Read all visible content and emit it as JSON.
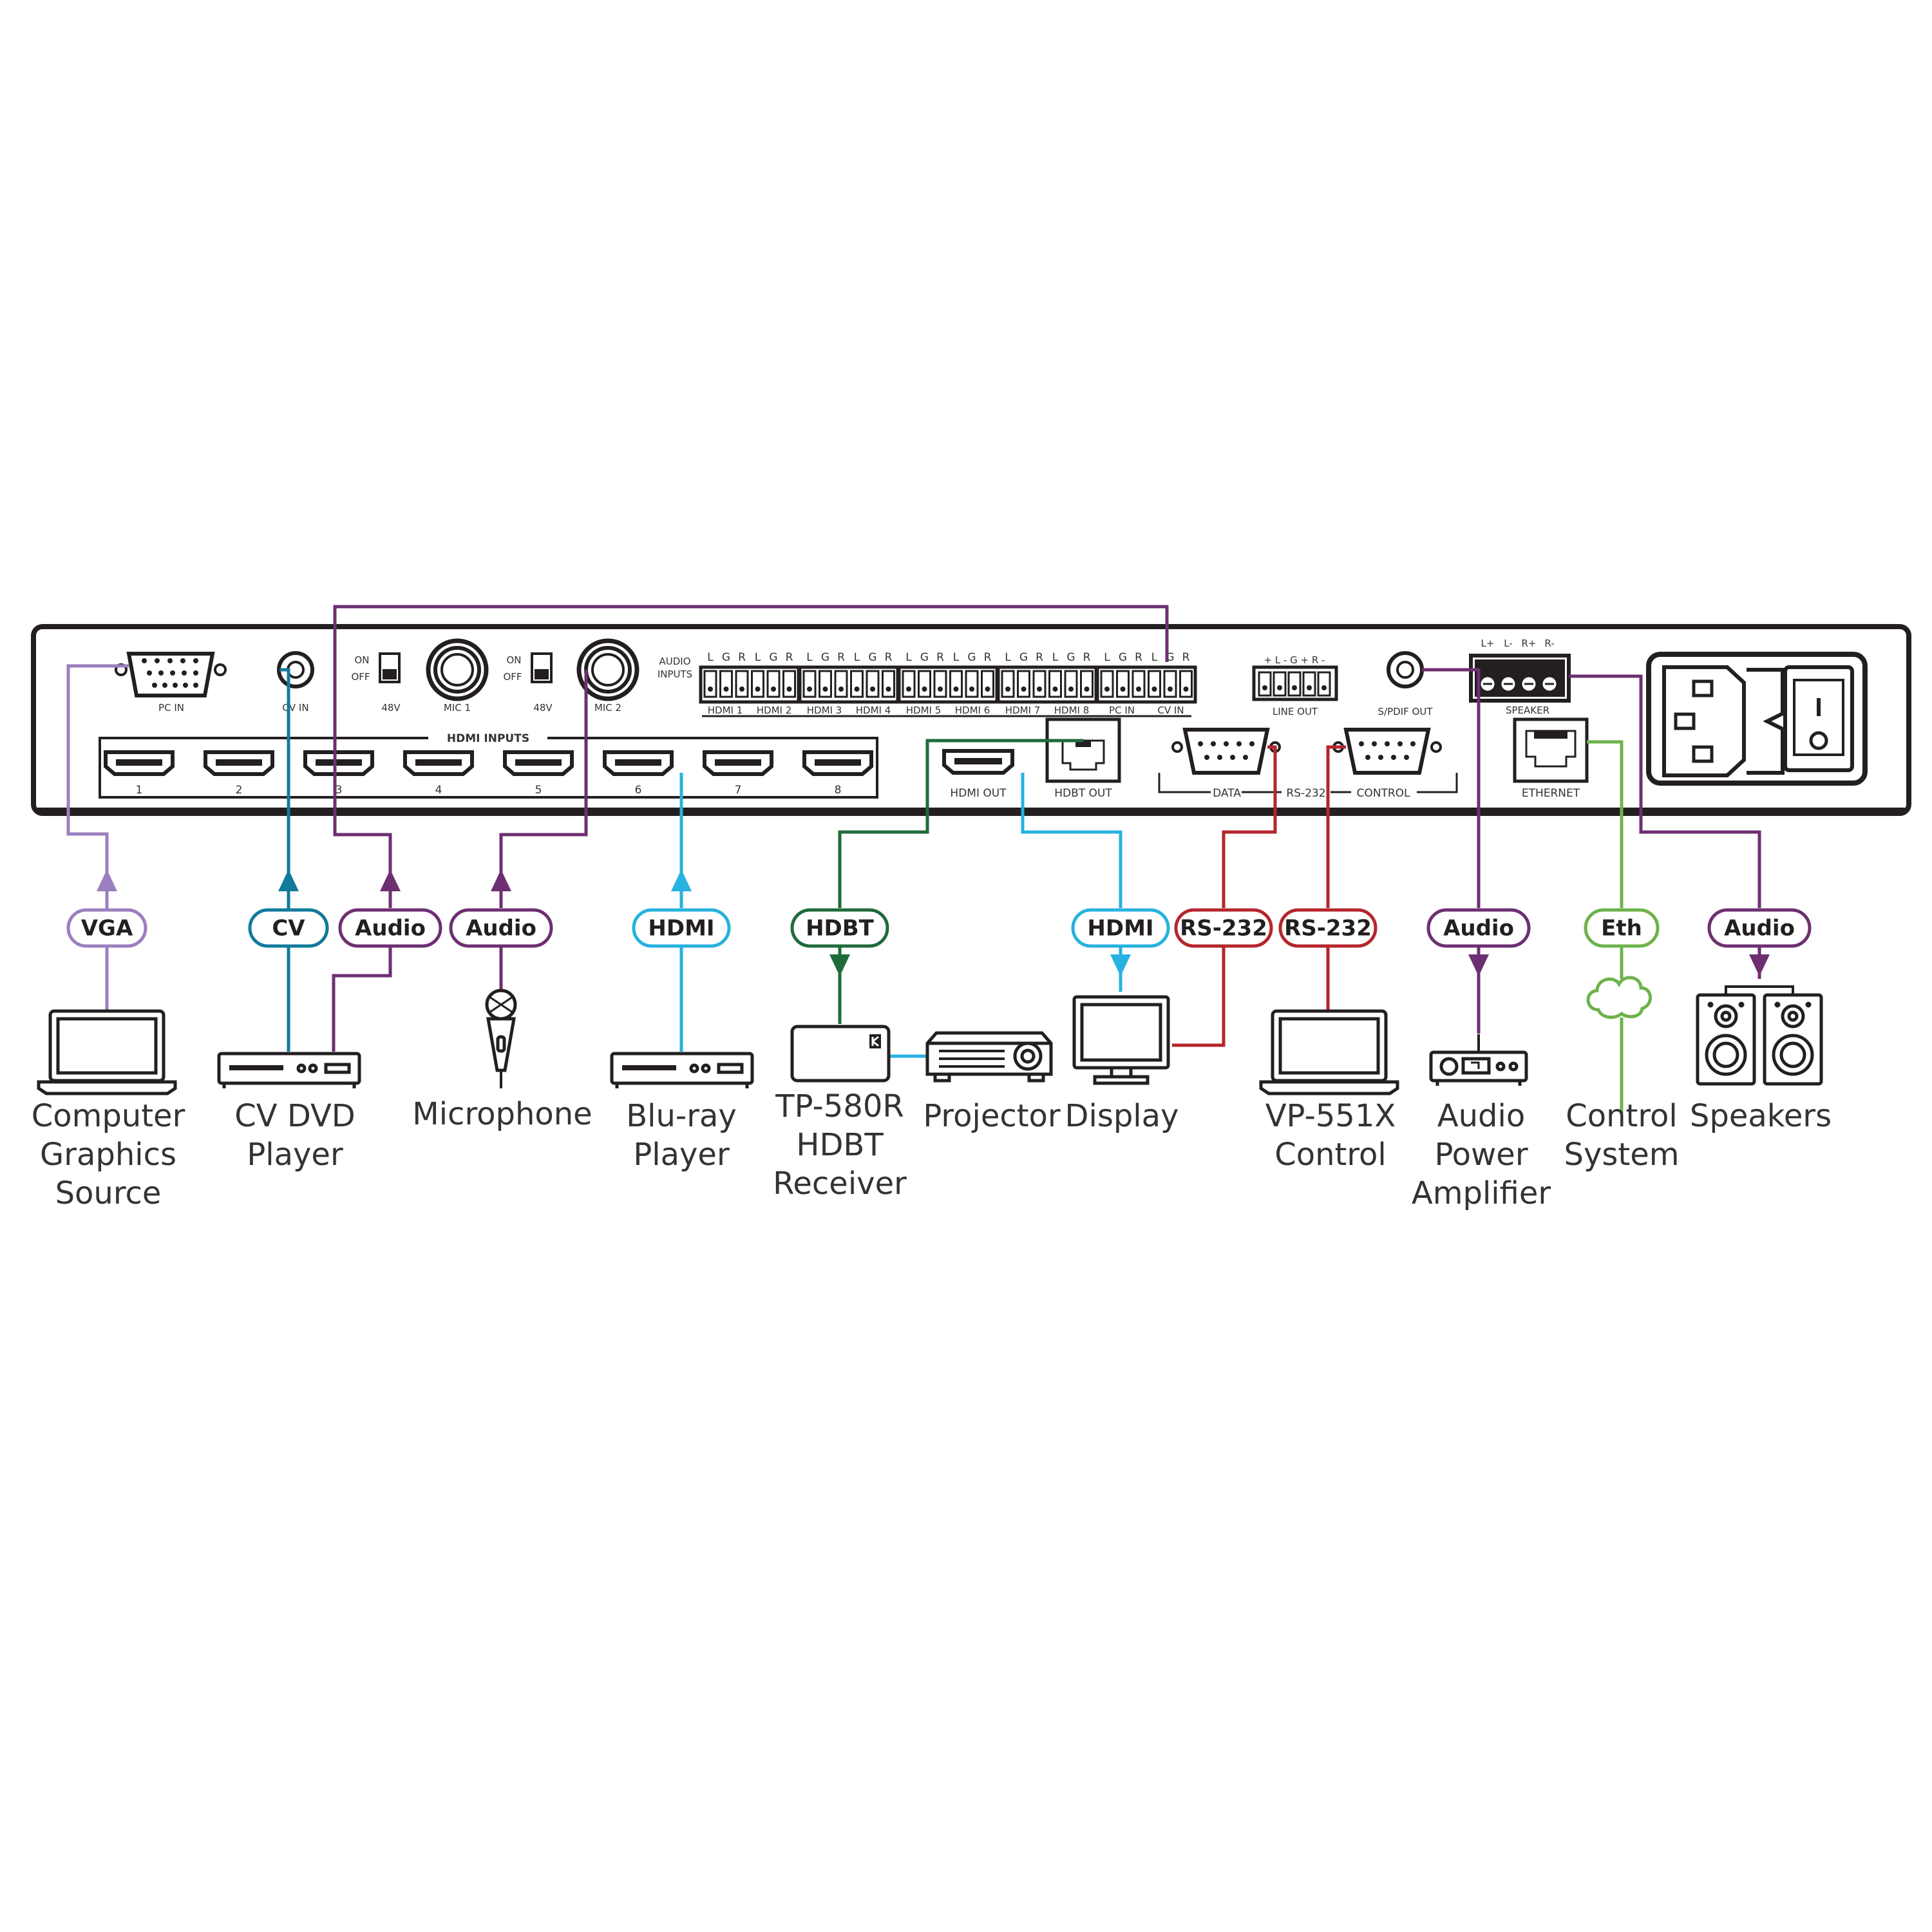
{
  "colors": {
    "vga": "#9b7fbe",
    "cv": "#117a9c",
    "audio": "#6d2f72",
    "hdmi": "#27b1df",
    "hdbt": "#1e6b3a",
    "rs232": "#b5262b",
    "eth": "#6db34a",
    "panel": "#231f20"
  },
  "panel": {
    "pc_in": "PC IN",
    "cv_in": "CV IN",
    "switch_on": "ON",
    "switch_off": "OFF",
    "phantom_48v": "48V",
    "mic1": "MIC 1",
    "mic2": "MIC 2",
    "audio_inputs_line1": "AUDIO",
    "audio_inputs_line2": "INPUTS",
    "pin_letters": [
      "L",
      "G",
      "R"
    ],
    "audio_groups": [
      "HDMI 1",
      "HDMI 2",
      "HDMI 3",
      "HDMI 4",
      "HDMI 5",
      "HDMI 6",
      "HDMI 7",
      "HDMI 8",
      "PC IN",
      "CV IN"
    ],
    "hdmi_inputs_title": "HDMI INPUTS",
    "hdmi_input_numbers": [
      "1",
      "2",
      "3",
      "4",
      "5",
      "6",
      "7",
      "8"
    ],
    "hdmi_out": "HDMI OUT",
    "hdbt_out": "HDBT OUT",
    "line_out": "LINE OUT",
    "line_out_pins": "+ L -  G  + R -",
    "rs232_data": "DATA",
    "rs232_title": "RS-232",
    "rs232_control": "CONTROL",
    "spdif_out": "S/PDIF OUT",
    "speaker": "SPEAKER",
    "speaker_pins": [
      "L+",
      "L-",
      "R+",
      "R-"
    ],
    "ethernet": "ETHERNET"
  },
  "tags": {
    "vga": "VGA",
    "cv": "CV",
    "audio_dvd": "Audio",
    "audio_mic": "Audio",
    "hdmi_bluray": "HDMI",
    "hdbt": "HDBT",
    "hdmi_display": "HDMI",
    "rs232_data": "RS-232",
    "rs232_control": "RS-232",
    "audio_amp": "Audio",
    "eth": "Eth",
    "audio_speakers": "Audio"
  },
  "devices": {
    "computer": [
      "Computer",
      "Graphics",
      "Source"
    ],
    "dvd": [
      "CV DVD",
      "Player"
    ],
    "microphone": [
      "Microphone"
    ],
    "bluray": [
      "Blu-ray",
      "Player"
    ],
    "receiver": [
      "TP-580R",
      "HDBT",
      "Receiver"
    ],
    "projector": [
      "Projector"
    ],
    "display": [
      "Display"
    ],
    "vp551x": [
      "VP-551X",
      "Control"
    ],
    "amplifier": [
      "Audio",
      "Power",
      "Amplifier"
    ],
    "control_system": [
      "Control",
      "System"
    ],
    "speakers": [
      "Speakers"
    ]
  }
}
